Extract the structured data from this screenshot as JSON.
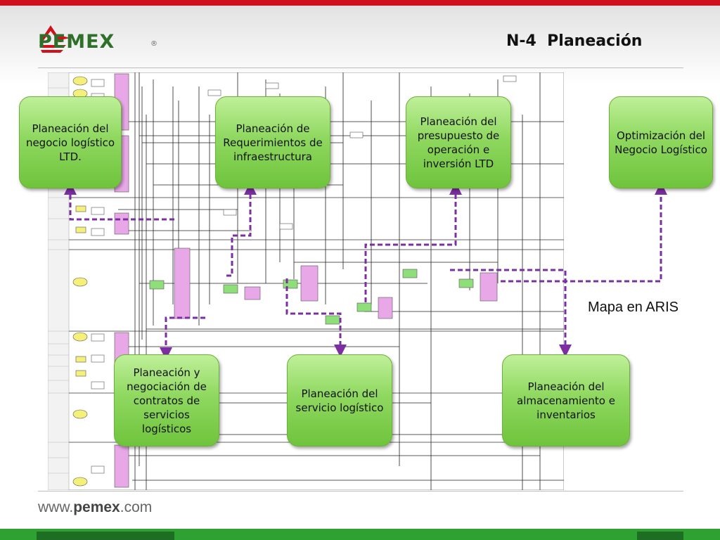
{
  "header": {
    "brand": "PEMEX",
    "registered": "®",
    "title": "N-4  Planeación"
  },
  "boxes": {
    "b1": "Planeación del negocio logístico LTD.",
    "b2": "Planeación de Requerimientos de infraestructura",
    "b3": "Planeación del presupuesto de operación e inversión LTD",
    "b4": "Optimización del Negocio Logístico",
    "b5": "Planeación y negociación de contratos de servicios logísticos",
    "b6": "Planeación del servicio logístico",
    "b7": "Planeación del almacenamiento e inventarios"
  },
  "caption": "Mapa en ARIS",
  "footer": {
    "prefix": "www.",
    "brand": "pemex",
    "suffix": ".com"
  },
  "colors": {
    "brand_red": "#d0111b",
    "brand_green": "#2fa032",
    "connector_purple": "#7b2fa0",
    "box_green": "#8fd860"
  }
}
